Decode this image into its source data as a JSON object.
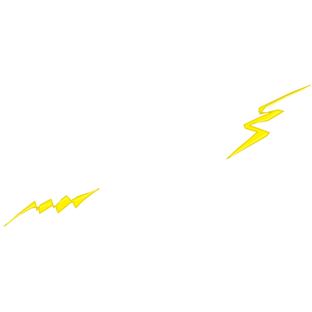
{
  "scene": {
    "background_color": "#ffffff",
    "subject": "lightning-bolt-strokes",
    "stroke_colors": {
      "fill": "#FFF200",
      "edge": "#E3CC00",
      "highlight": "#FFFA66"
    },
    "elements": [
      {
        "name": "upper-right-lightning-bolt-stroke",
        "kind": "zigzag"
      },
      {
        "name": "lower-left-lightning-bolt-stroke",
        "kind": "zigzag"
      }
    ]
  }
}
